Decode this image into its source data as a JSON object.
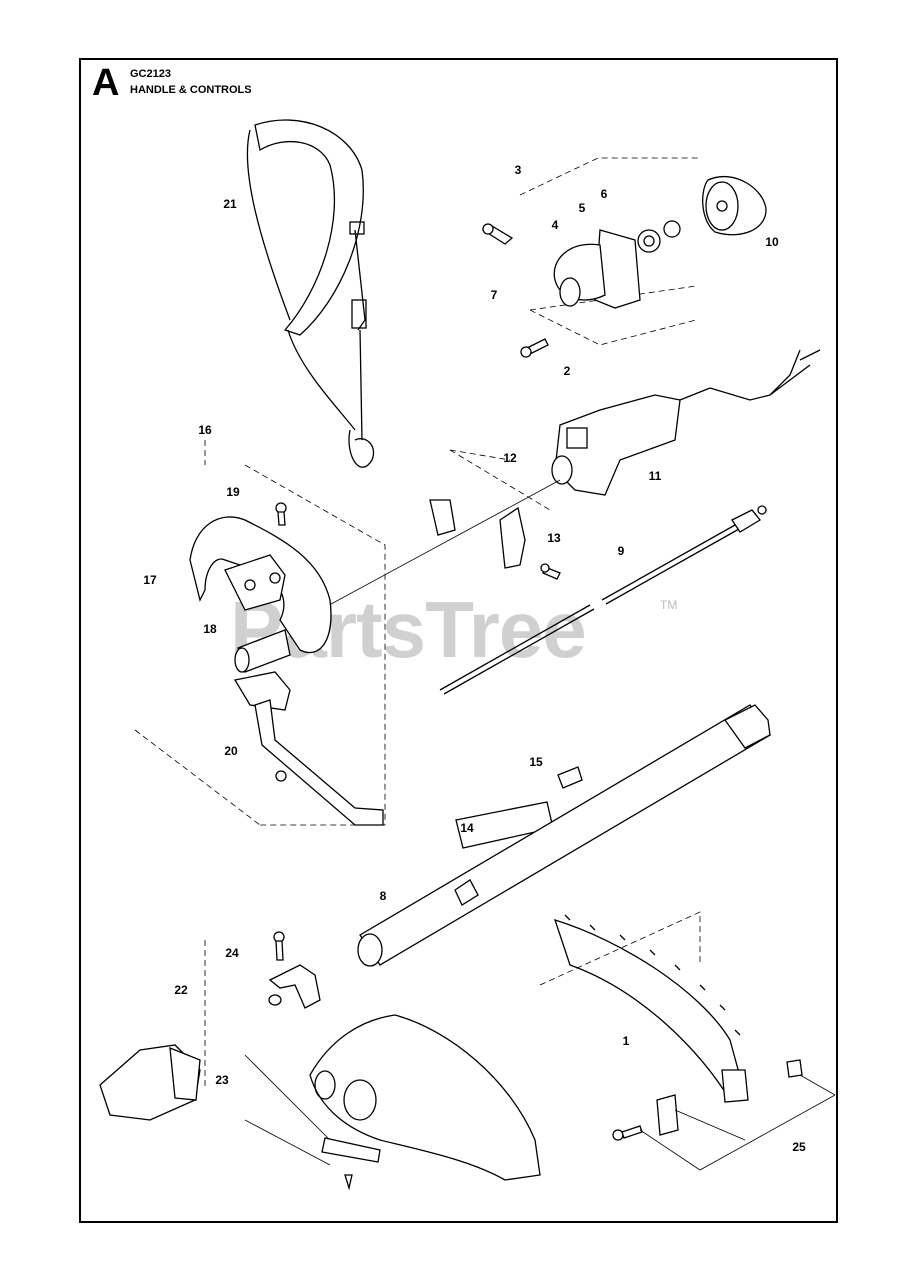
{
  "header": {
    "section_letter": "A",
    "model": "GC2123",
    "title": "HANDLE & CONTROLS"
  },
  "watermark": {
    "text": "PartsTree",
    "trademark": "TM"
  },
  "callouts": [
    "21",
    "3",
    "6",
    "5",
    "4",
    "10",
    "7",
    "2",
    "16",
    "12",
    "11",
    "19",
    "13",
    "9",
    "17",
    "18",
    "20",
    "15",
    "14",
    "8",
    "24",
    "22",
    "1",
    "23",
    "25"
  ],
  "parts": [
    {
      "id": "part-1",
      "icon": "trimmer-guard-shield-icon"
    },
    {
      "id": "part-8",
      "icon": "shaft-tube-icon"
    },
    {
      "id": "part-9",
      "icon": "drive-shaft-icon"
    },
    {
      "id": "part-10",
      "icon": "clutch-drum-icon"
    },
    {
      "id": "part-11",
      "icon": "throttle-handle-icon"
    },
    {
      "id": "part-17",
      "icon": "loop-handle-icon"
    },
    {
      "id": "part-21",
      "icon": "harness-strap-icon"
    }
  ]
}
